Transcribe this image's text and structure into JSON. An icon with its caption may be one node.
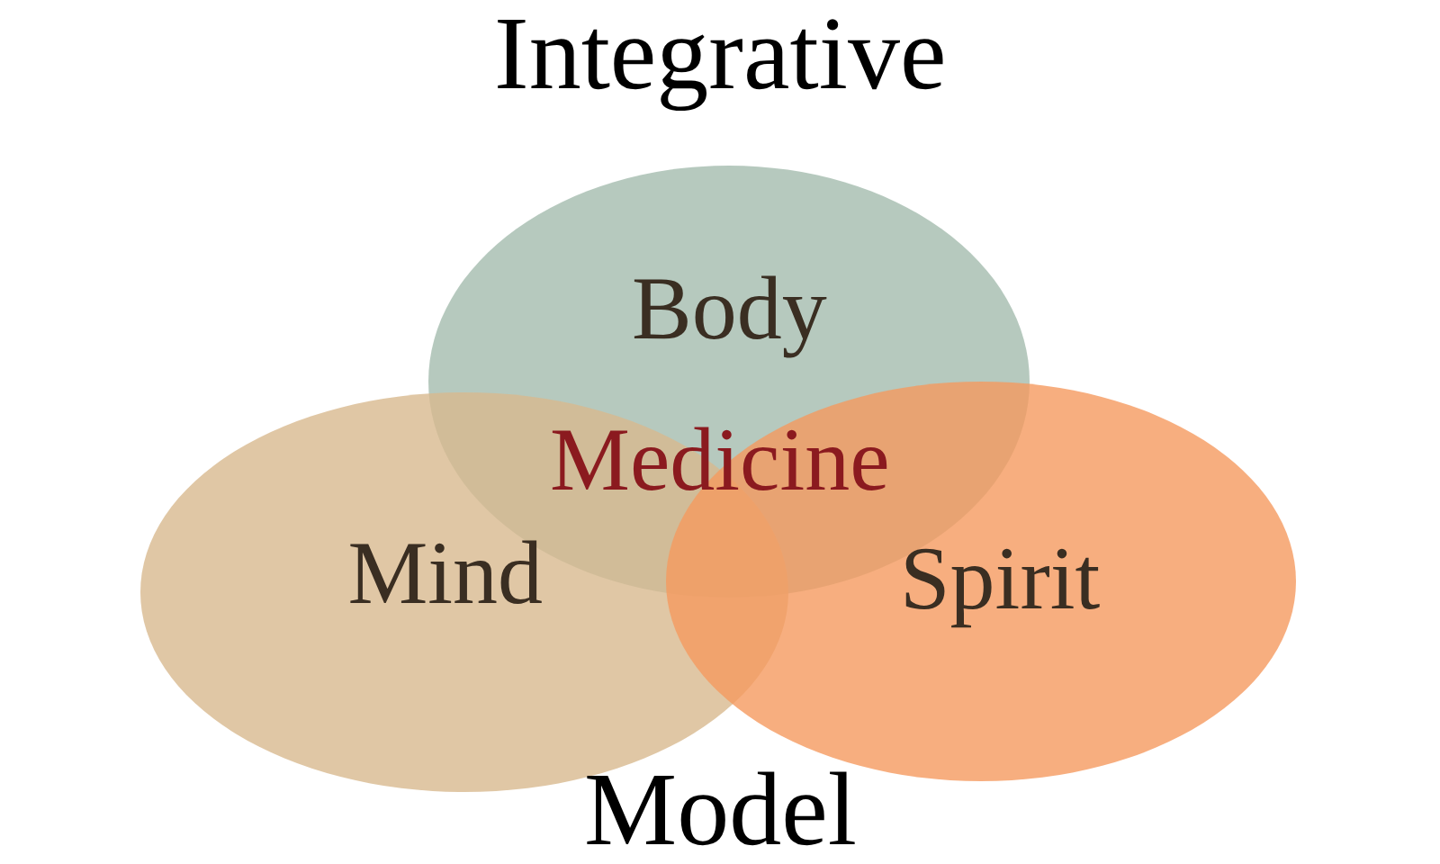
{
  "diagram": {
    "title": "Integrative",
    "caption": "Model",
    "nodes": [
      {
        "text": [
          "Body"
        ]
      },
      {
        "text": [
          "Mind"
        ]
      },
      {
        "text": [
          "Spirit"
        ]
      }
    ],
    "labels": [
      "Medicine"
    ]
  }
}
